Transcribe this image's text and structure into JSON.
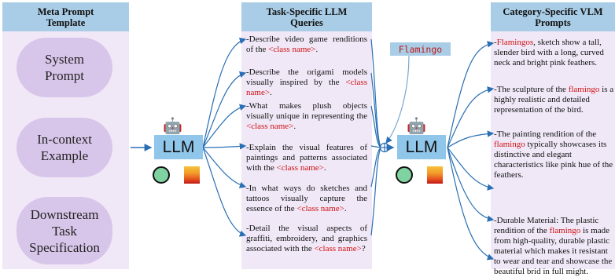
{
  "columns": {
    "meta": {
      "header": "Meta Prompt Template",
      "items": [
        "System Prompt",
        "In-context Example",
        "Downstream Task Specification"
      ]
    },
    "task": {
      "header": "Task-Specific LLM Queries",
      "queries": [
        {
          "pre": "-Describe video game renditions of the ",
          "cls": "<class name>",
          "post": "."
        },
        {
          "pre": "-Describe the origami models visually inspired by the ",
          "cls": "<class name>",
          "post": "."
        },
        {
          "pre": "-What makes plush objects visually unique in representing the ",
          "cls": "<class name>",
          "post": "."
        },
        {
          "pre": "-Explain the visual features of paintings and patterns associated with the ",
          "cls": "<class name>",
          "post": "."
        },
        {
          "pre": "-In what ways do sketches and tattoos visually capture the essence of the ",
          "cls": "<class name>",
          "post": "."
        },
        {
          "pre": "-Detail the visual aspects of graffiti, embroidery, and graphics associated with the ",
          "cls": "<class name>",
          "post": "?"
        }
      ]
    },
    "category": {
      "header": "Category-Specific VLM Prompts",
      "prompts": [
        {
          "pre": "-",
          "cls": "Flamingos",
          "post": ", sketch show a tall, slender bird with a long, curved neck and bright pink feathers."
        },
        {
          "pre": "-The sculpture of the ",
          "cls": "flamingo",
          "post": " is a highly realistic and detailed representation of the bird."
        },
        {
          "pre": "-The painting rendition of the ",
          "cls": "flamingo",
          "post": " typically showcases its distinctive and elegant characteristics like pink hue of the feathers."
        },
        {
          "pre": "-Durable Material: The plastic rendition of the ",
          "cls": "flamingo",
          "post": " is made from high-quality, durable plastic material which makes it resistant to wear and tear and showcase the beautiful brid in full might."
        }
      ]
    }
  },
  "llm_label": "LLM",
  "class_tag": "Flamingo",
  "colors": {
    "accent_red": "#d01010",
    "arrow": "#2a6fb3",
    "panel": "#f0e8f7",
    "header": "#a9cde6",
    "pill": "#d8c6ea",
    "llm_box": "#8fc6ea"
  },
  "icons": [
    "robot-icon",
    "openai-icon",
    "mistral-icon",
    "circle-plus-icon"
  ]
}
